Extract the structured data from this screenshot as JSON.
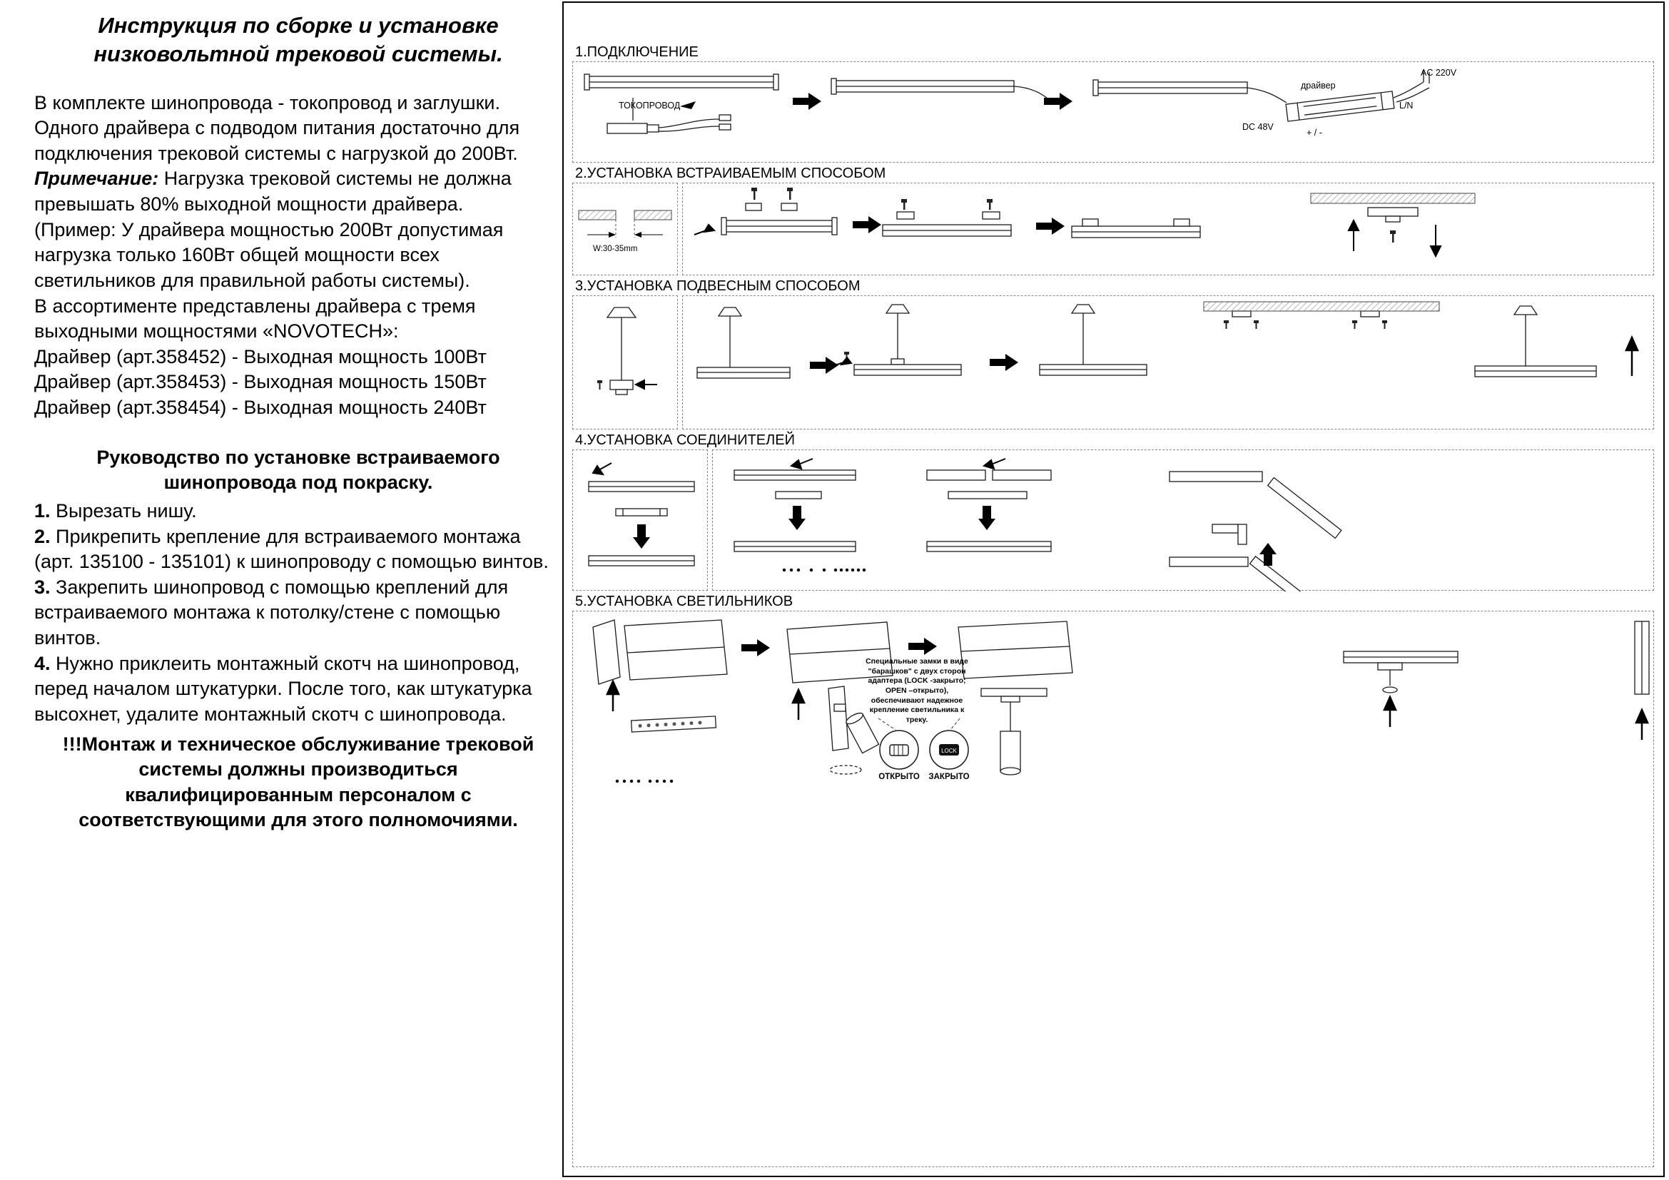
{
  "page": {
    "bg": "#ffffff",
    "ink": "#000000"
  },
  "left": {
    "title": "Инструкция по сборке и установке низковольтной трековой системы.",
    "intro": "В комплекте шинопровода - токопровод и заглушки. Одного драйвера с подводом питания достаточно для подключения трековой системы с нагрузкой до 200Вт.",
    "note_label": "Примечание:",
    "note_rest": " Нагрузка трековой системы не должна превышать 80% выходной мощности драйвера.",
    "example": "(Пример: У драйвера мощностью 200Вт допустимая нагрузка только 160Вт общей мощности всех светильников для правильной работы системы).",
    "assortment": "В ассортименте представлены драйвера с тремя выходными мощностями «NOVOTECH»:",
    "drivers": [
      "Драйвер (арт.358452) - Выходная мощность 100Вт",
      "Драйвер (арт.358453) - Выходная мощность 150Вт",
      "Драйвер (арт.358454) - Выходная мощность 240Вт"
    ],
    "guide_title": "Руководство по установке встраиваемого шинопровода под покраску.",
    "steps": [
      {
        "num": "1.",
        "text": " Вырезать нишу."
      },
      {
        "num": "2.",
        "text": " Прикрепить крепление для встраиваемого монтажа (арт. 135100 - 135101) к шинопроводу с помощью винтов."
      },
      {
        "num": "3.",
        "text": " Закрепить шинопровод с помощью креплений для встраиваемого монтажа к потолку/стене с помощью винтов."
      },
      {
        "num": "4.",
        "text": " Нужно приклеить монтажный скотч на шинопровод, перед началом штукатурки. После того, как штукатурка высохнет, удалите монтажный скотч с шинопровода."
      }
    ],
    "warning": "!!!Монтаж и техническое обслуживание трековой системы должны производиться квалифицированным персоналом с соответствующими для этого полномочиями."
  },
  "diagram": {
    "sec1": {
      "title": "1.ПОДКЛЮЧЕНИЕ",
      "labels": {
        "tokoprovod": "ТОКОПРОВОД",
        "driver": "драйвер",
        "ac": "AC 220V",
        "dc": "DC 48V",
        "ln": "L/N",
        "pm": "+ / -"
      }
    },
    "sec2": {
      "title": "2.УСТАНОВКА ВСТРАИВАЕМЫМ СПОСОБОМ",
      "labels": {
        "width": "W:30-35mm"
      }
    },
    "sec3": {
      "title": "3.УСТАНОВКА ПОДВЕСНЫМ СПОСОБОМ"
    },
    "sec4": {
      "title": "4.УСТАНОВКА СОЕДИНИТЕЛЕЙ"
    },
    "sec5": {
      "title": "5.УСТАНОВКА СВЕТИЛЬНИКОВ",
      "note": "Специальные замки в виде \"барашков\" с двух сторон адаптера (LOCK -закрыто; OPEN –открыто), обеспечивают надежное крепление светильника к треку.",
      "open_label": "ОТКРЫТО",
      "closed_label": "ЗАКРЫТО",
      "lock_badge": "LOCK"
    }
  }
}
